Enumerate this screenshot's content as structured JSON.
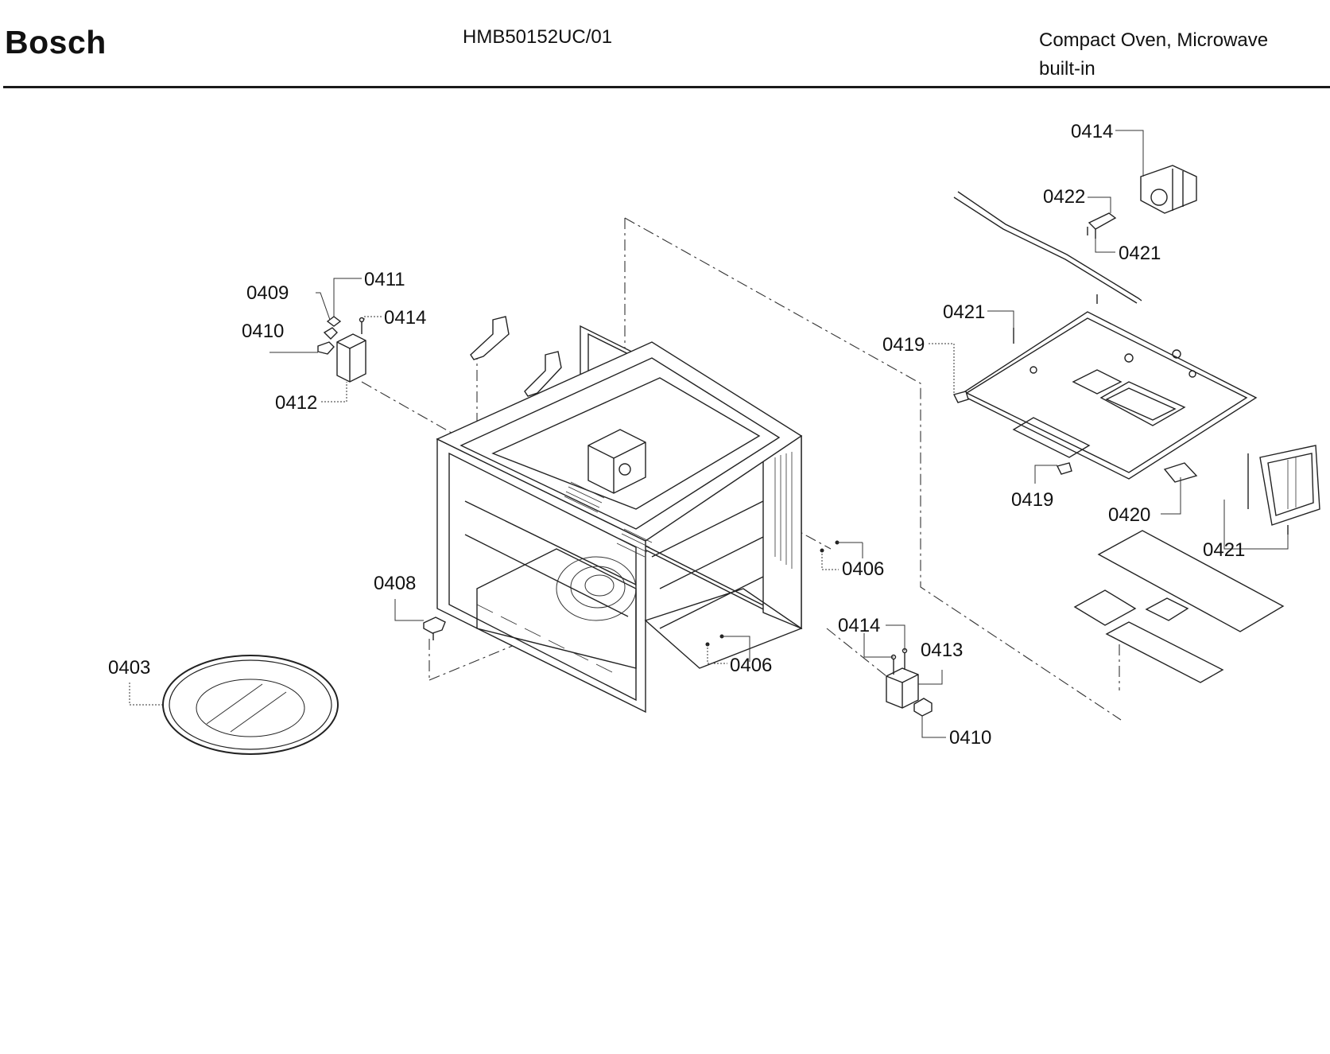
{
  "header": {
    "brand": "Bosch",
    "model": "HMB50152UC/01",
    "description_line1": "Compact Oven, Microwave",
    "description_line2": "built-in"
  },
  "part_labels": [
    {
      "id": "label-0403",
      "text": "0403"
    },
    {
      "id": "label-0406-a",
      "text": "0406"
    },
    {
      "id": "label-0406-b",
      "text": "0406"
    },
    {
      "id": "label-0408",
      "text": "0408"
    },
    {
      "id": "label-0409",
      "text": "0409"
    },
    {
      "id": "label-0410-a",
      "text": "0410"
    },
    {
      "id": "label-0410-b",
      "text": "0410"
    },
    {
      "id": "label-0411",
      "text": "0411"
    },
    {
      "id": "label-0412",
      "text": "0412"
    },
    {
      "id": "label-0413",
      "text": "0413"
    },
    {
      "id": "label-0414-a",
      "text": "0414"
    },
    {
      "id": "label-0414-b",
      "text": "0414"
    },
    {
      "id": "label-0414-c",
      "text": "0414"
    },
    {
      "id": "label-0419-a",
      "text": "0419"
    },
    {
      "id": "label-0419-b",
      "text": "0419"
    },
    {
      "id": "label-0420",
      "text": "0420"
    },
    {
      "id": "label-0421-a",
      "text": "0421"
    },
    {
      "id": "label-0421-b",
      "text": "0421"
    },
    {
      "id": "label-0421-c",
      "text": "0421"
    },
    {
      "id": "label-0422",
      "text": "0422"
    }
  ]
}
